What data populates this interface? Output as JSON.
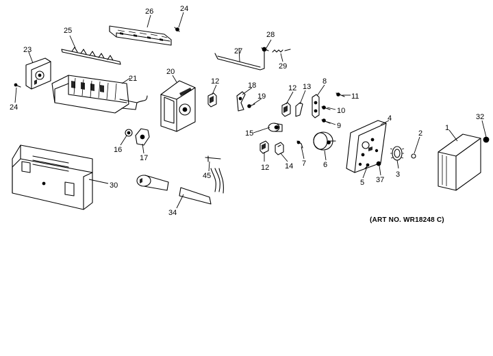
{
  "art_number": "(ART NO. WR18248 C)",
  "callouts": [
    {
      "id": "c1",
      "text": "1"
    },
    {
      "id": "c2",
      "text": "2"
    },
    {
      "id": "c3",
      "text": "3"
    },
    {
      "id": "c4",
      "text": "4"
    },
    {
      "id": "c5",
      "text": "5"
    },
    {
      "id": "c6",
      "text": "6"
    },
    {
      "id": "c7",
      "text": "7"
    },
    {
      "id": "c8",
      "text": "8"
    },
    {
      "id": "c9",
      "text": "9"
    },
    {
      "id": "c10",
      "text": "10"
    },
    {
      "id": "c11",
      "text": "11"
    },
    {
      "id": "c12a",
      "text": "12"
    },
    {
      "id": "c12b",
      "text": "12"
    },
    {
      "id": "c12c",
      "text": "12"
    },
    {
      "id": "c13",
      "text": "13"
    },
    {
      "id": "c14",
      "text": "14"
    },
    {
      "id": "c15",
      "text": "15"
    },
    {
      "id": "c16",
      "text": "16"
    },
    {
      "id": "c17",
      "text": "17"
    },
    {
      "id": "c18",
      "text": "18"
    },
    {
      "id": "c19",
      "text": "19"
    },
    {
      "id": "c20",
      "text": "20"
    },
    {
      "id": "c21",
      "text": "21"
    },
    {
      "id": "c23",
      "text": "23"
    },
    {
      "id": "c24a",
      "text": "24"
    },
    {
      "id": "c24b",
      "text": "24"
    },
    {
      "id": "c25",
      "text": "25"
    },
    {
      "id": "c26",
      "text": "26"
    },
    {
      "id": "c27",
      "text": "27"
    },
    {
      "id": "c28",
      "text": "28"
    },
    {
      "id": "c29",
      "text": "29"
    },
    {
      "id": "c30",
      "text": "30"
    },
    {
      "id": "c32",
      "text": "32"
    },
    {
      "id": "c34",
      "text": "34"
    },
    {
      "id": "c37",
      "text": "37"
    },
    {
      "id": "c45",
      "text": "45"
    }
  ]
}
